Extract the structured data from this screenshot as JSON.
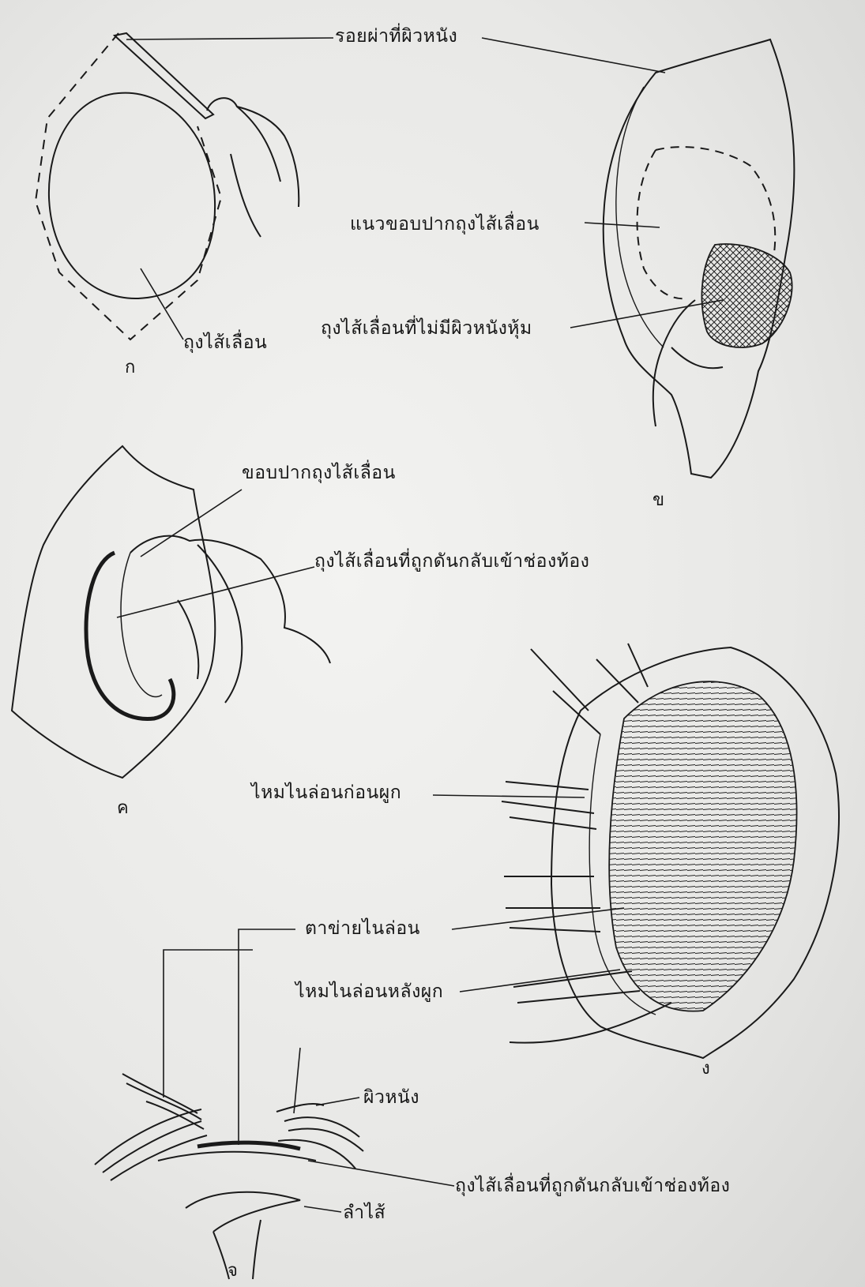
{
  "labels": {
    "skin_incision": "รอยผ่าที่ผิวหนัง",
    "hernia_sac_a": "ถุงไส้เลื่อน",
    "sac_mouth_line": "แนวขอบปากถุงไส้เลื่อน",
    "sac_uncovered_skin": "ถุงไส้เลื่อนที่ไม่มีผิวหนังหุ้ม",
    "sac_mouth_edge": "ขอบปากถุงไส้เลื่อน",
    "sac_pushed_back_c": "ถุงไส้เลื่อนที่ถูกดันกลับเข้าช่องท้อง",
    "nylon_before_tie": "ไหมไนล่อนก่อนผูก",
    "nylon_mesh": "ตาข่ายไนล่อน",
    "nylon_after_tie": "ไหมไนล่อนหลังผูก",
    "skin": "ผิวหนัง",
    "sac_pushed_back_e": "ถุงไส้เลื่อนที่ถูกดันกลับเข้าช่องท้อง",
    "intestine": "ลำไส้"
  },
  "panels": {
    "a": "ก",
    "b": "ข",
    "c": "ค",
    "d": "ง",
    "e": "จ"
  }
}
